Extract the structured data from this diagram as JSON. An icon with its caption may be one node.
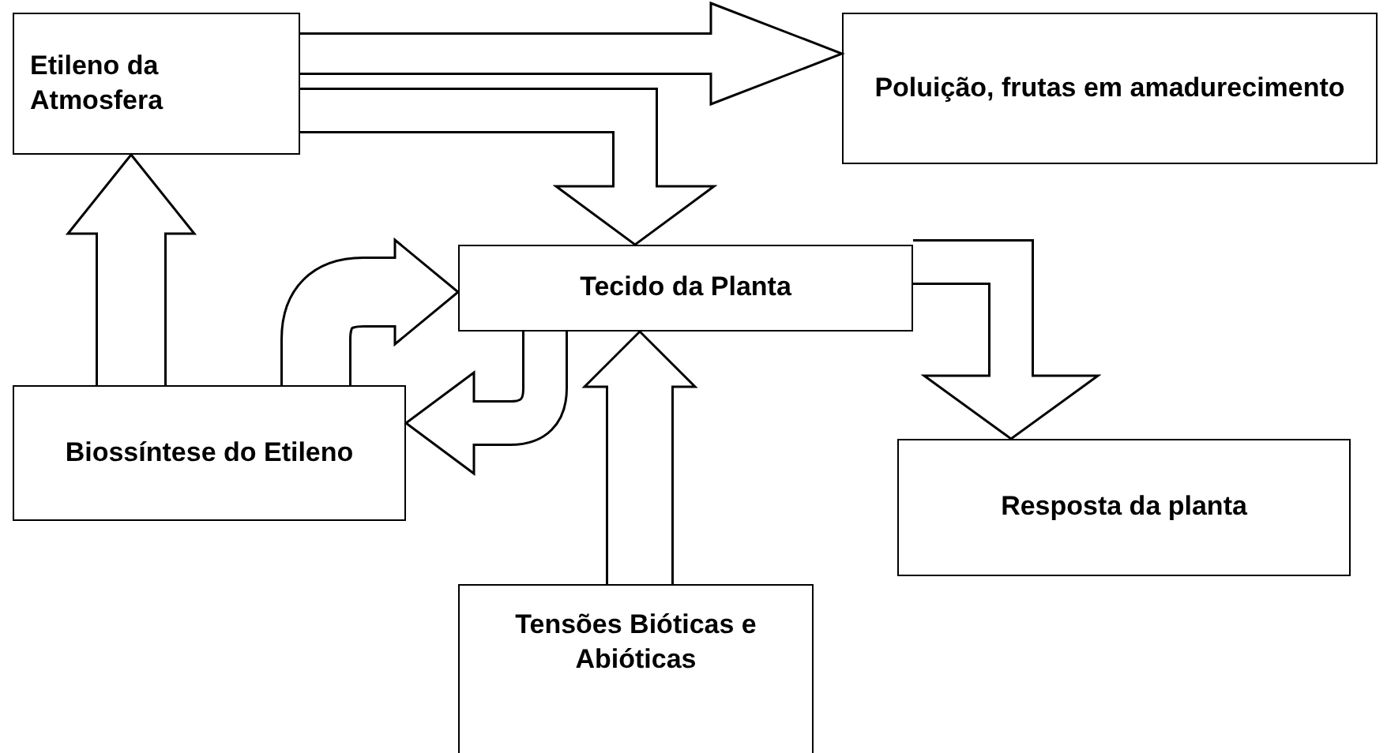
{
  "diagram": {
    "nodes": [
      {
        "text": [
          "Etileno da Atmosfera"
        ]
      },
      {
        "text": [
          "Poluição, frutas em amadurecimento"
        ]
      },
      {
        "text": [
          "Tecido da Planta"
        ]
      },
      {
        "text": [
          "Biossíntese do Etileno"
        ]
      },
      {
        "text": [
          "Resposta da planta"
        ]
      },
      {
        "text": [
          "Tensões Bióticas e Abióticas"
        ]
      }
    ],
    "edges": [
      {
        "from": 0,
        "to": 1,
        "arrow": "to"
      },
      {
        "from": 0,
        "to": 2,
        "arrow": "to"
      },
      {
        "from": 3,
        "to": 0,
        "arrow": "to"
      },
      {
        "from": 3,
        "to": 2,
        "arrow": "to"
      },
      {
        "from": 2,
        "to": 3,
        "arrow": "to"
      },
      {
        "from": 5,
        "to": 2,
        "arrow": "to"
      },
      {
        "from": 2,
        "to": 4,
        "arrow": "to"
      }
    ]
  }
}
